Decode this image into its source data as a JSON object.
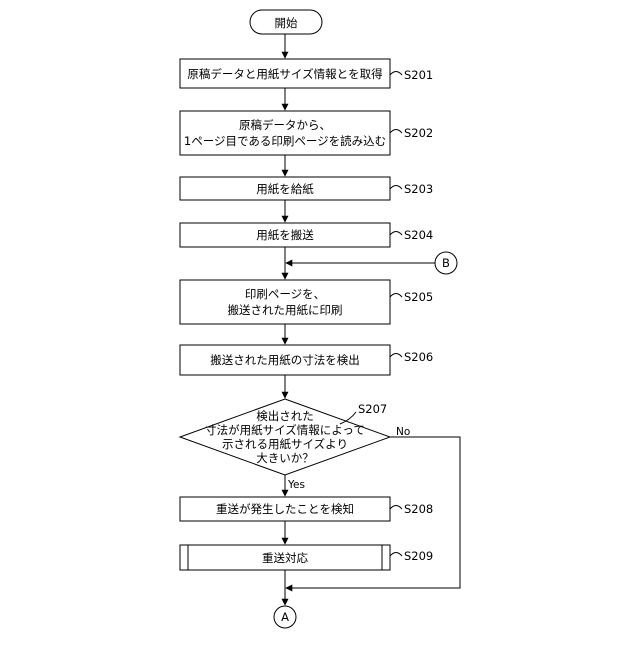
{
  "start": {
    "label": "開始"
  },
  "steps": [
    {
      "id": "S201",
      "lines": [
        "原稿データと用紙サイズ情報とを取得"
      ]
    },
    {
      "id": "S202",
      "lines": [
        "原稿データから、",
        "1ページ目である印刷ページを読み込む"
      ]
    },
    {
      "id": "S203",
      "lines": [
        "用紙を給紙"
      ]
    },
    {
      "id": "S204",
      "lines": [
        "用紙を搬送"
      ]
    },
    {
      "id": "S205",
      "lines": [
        "印刷ページを、",
        "搬送された用紙に印刷"
      ]
    },
    {
      "id": "S206",
      "lines": [
        "搬送された用紙の寸法を検出"
      ]
    },
    {
      "id": "S207",
      "lines": [
        "検出された",
        "寸法が用紙サイズ情報によって",
        "示される用紙サイズより",
        "大きいか？"
      ]
    },
    {
      "id": "S208",
      "lines": [
        "重送が発生したことを検知"
      ]
    },
    {
      "id": "S209",
      "lines": [
        "重送対応"
      ]
    }
  ],
  "branches": {
    "yes": "Yes",
    "no": "No"
  },
  "connectors": {
    "b": "B",
    "a": "A"
  }
}
